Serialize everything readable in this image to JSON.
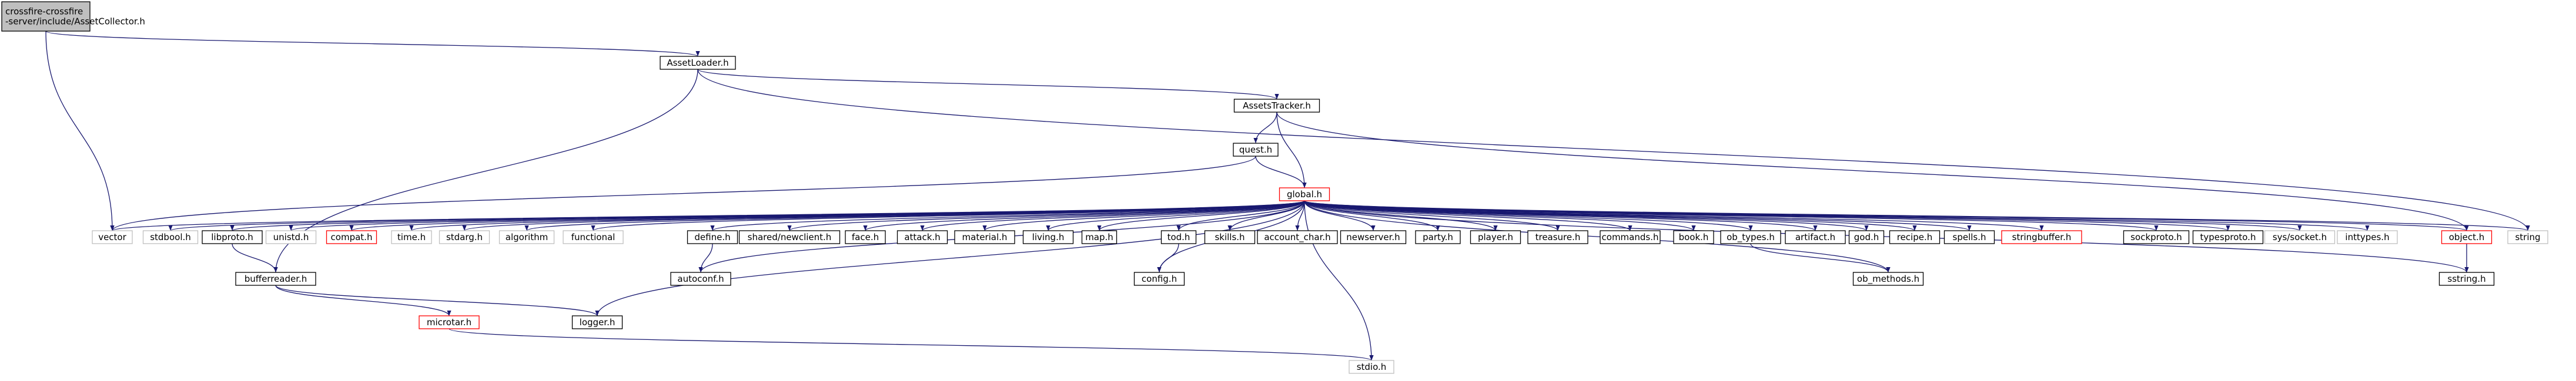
{
  "colors": {
    "edge": "#191970",
    "root_fill": "#bfbfbf",
    "node_fill": "#ffffff",
    "node_border": "#000000",
    "incomplete_border": "#ff0000",
    "external_border": "#bfbfbf"
  },
  "nodes": [
    {
      "id": "root",
      "label": [
        "crossfire-crossfire",
        "-server/include/AssetCollector.h"
      ],
      "kind": "root"
    },
    {
      "id": "assetloader",
      "label": [
        "AssetLoader.h"
      ],
      "kind": "file"
    },
    {
      "id": "assetstracker",
      "label": [
        "AssetsTracker.h"
      ],
      "kind": "file"
    },
    {
      "id": "quest",
      "label": [
        "quest.h"
      ],
      "kind": "file"
    },
    {
      "id": "global",
      "label": [
        "global.h"
      ],
      "kind": "incomplete"
    },
    {
      "id": "vector",
      "label": [
        "vector"
      ],
      "kind": "external"
    },
    {
      "id": "stdbool",
      "label": [
        "stdbool.h"
      ],
      "kind": "external"
    },
    {
      "id": "libproto",
      "label": [
        "libproto.h"
      ],
      "kind": "file"
    },
    {
      "id": "unistd",
      "label": [
        "unistd.h"
      ],
      "kind": "external"
    },
    {
      "id": "compat",
      "label": [
        "compat.h"
      ],
      "kind": "incomplete"
    },
    {
      "id": "time",
      "label": [
        "time.h"
      ],
      "kind": "external"
    },
    {
      "id": "stdarg",
      "label": [
        "stdarg.h"
      ],
      "kind": "external"
    },
    {
      "id": "algorithm",
      "label": [
        "algorithm"
      ],
      "kind": "external"
    },
    {
      "id": "functional",
      "label": [
        "functional"
      ],
      "kind": "external"
    },
    {
      "id": "define",
      "label": [
        "define.h"
      ],
      "kind": "file"
    },
    {
      "id": "sharednewclient",
      "label": [
        "shared/newclient.h"
      ],
      "kind": "file"
    },
    {
      "id": "face",
      "label": [
        "face.h"
      ],
      "kind": "file"
    },
    {
      "id": "attack",
      "label": [
        "attack.h"
      ],
      "kind": "file"
    },
    {
      "id": "material",
      "label": [
        "material.h"
      ],
      "kind": "file"
    },
    {
      "id": "living",
      "label": [
        "living.h"
      ],
      "kind": "file"
    },
    {
      "id": "map",
      "label": [
        "map.h"
      ],
      "kind": "file"
    },
    {
      "id": "tod",
      "label": [
        "tod.h"
      ],
      "kind": "file"
    },
    {
      "id": "skills",
      "label": [
        "skills.h"
      ],
      "kind": "file"
    },
    {
      "id": "account_char",
      "label": [
        "account_char.h"
      ],
      "kind": "file"
    },
    {
      "id": "newserver",
      "label": [
        "newserver.h"
      ],
      "kind": "file"
    },
    {
      "id": "party",
      "label": [
        "party.h"
      ],
      "kind": "file"
    },
    {
      "id": "player",
      "label": [
        "player.h"
      ],
      "kind": "file"
    },
    {
      "id": "treasure",
      "label": [
        "treasure.h"
      ],
      "kind": "file"
    },
    {
      "id": "commands",
      "label": [
        "commands.h"
      ],
      "kind": "file"
    },
    {
      "id": "book",
      "label": [
        "book.h"
      ],
      "kind": "file"
    },
    {
      "id": "ob_types",
      "label": [
        "ob_types.h"
      ],
      "kind": "file"
    },
    {
      "id": "artifact",
      "label": [
        "artifact.h"
      ],
      "kind": "file"
    },
    {
      "id": "god",
      "label": [
        "god.h"
      ],
      "kind": "file"
    },
    {
      "id": "recipe",
      "label": [
        "recipe.h"
      ],
      "kind": "file"
    },
    {
      "id": "spells",
      "label": [
        "spells.h"
      ],
      "kind": "file"
    },
    {
      "id": "stringbuffer",
      "label": [
        "stringbuffer.h"
      ],
      "kind": "incomplete"
    },
    {
      "id": "sockproto",
      "label": [
        "sockproto.h"
      ],
      "kind": "file"
    },
    {
      "id": "typesproto",
      "label": [
        "typesproto.h"
      ],
      "kind": "file"
    },
    {
      "id": "syssocket",
      "label": [
        "sys/socket.h"
      ],
      "kind": "external"
    },
    {
      "id": "inttypes",
      "label": [
        "inttypes.h"
      ],
      "kind": "external"
    },
    {
      "id": "object",
      "label": [
        "object.h"
      ],
      "kind": "incomplete"
    },
    {
      "id": "string",
      "label": [
        "string"
      ],
      "kind": "external"
    },
    {
      "id": "bufferreader",
      "label": [
        "bufferreader.h"
      ],
      "kind": "file"
    },
    {
      "id": "autoconf",
      "label": [
        "autoconf.h"
      ],
      "kind": "file"
    },
    {
      "id": "config",
      "label": [
        "config.h"
      ],
      "kind": "file"
    },
    {
      "id": "ob_methods",
      "label": [
        "ob_methods.h"
      ],
      "kind": "file"
    },
    {
      "id": "sstring",
      "label": [
        "sstring.h"
      ],
      "kind": "file"
    },
    {
      "id": "microtar",
      "label": [
        "microtar.h"
      ],
      "kind": "incomplete"
    },
    {
      "id": "logger",
      "label": [
        "logger.h"
      ],
      "kind": "file"
    },
    {
      "id": "stdio",
      "label": [
        "stdio.h"
      ],
      "kind": "external"
    }
  ],
  "edges": [
    [
      "root",
      "vector"
    ],
    [
      "root",
      "assetloader"
    ],
    [
      "assetloader",
      "bufferreader"
    ],
    [
      "assetloader",
      "assetstracker"
    ],
    [
      "assetloader",
      "string"
    ],
    [
      "assetstracker",
      "quest"
    ],
    [
      "assetstracker",
      "global"
    ],
    [
      "assetstracker",
      "object"
    ],
    [
      "quest",
      "global"
    ],
    [
      "quest",
      "vector"
    ],
    [
      "global",
      "vector"
    ],
    [
      "global",
      "stdbool"
    ],
    [
      "global",
      "libproto"
    ],
    [
      "global",
      "unistd"
    ],
    [
      "global",
      "compat"
    ],
    [
      "global",
      "time"
    ],
    [
      "global",
      "stdarg"
    ],
    [
      "global",
      "algorithm"
    ],
    [
      "global",
      "functional"
    ],
    [
      "global",
      "autoconf"
    ],
    [
      "global",
      "logger"
    ],
    [
      "global",
      "define"
    ],
    [
      "global",
      "sharednewclient"
    ],
    [
      "global",
      "face"
    ],
    [
      "global",
      "attack"
    ],
    [
      "global",
      "material"
    ],
    [
      "global",
      "living"
    ],
    [
      "global",
      "map"
    ],
    [
      "global",
      "config"
    ],
    [
      "global",
      "tod"
    ],
    [
      "global",
      "skills"
    ],
    [
      "global",
      "account_char"
    ],
    [
      "global",
      "newserver"
    ],
    [
      "global",
      "party"
    ],
    [
      "global",
      "player"
    ],
    [
      "global",
      "treasure"
    ],
    [
      "global",
      "commands"
    ],
    [
      "global",
      "book"
    ],
    [
      "global",
      "ob_types"
    ],
    [
      "global",
      "artifact"
    ],
    [
      "global",
      "god"
    ],
    [
      "global",
      "recipe"
    ],
    [
      "global",
      "spells"
    ],
    [
      "global",
      "stringbuffer"
    ],
    [
      "global",
      "ob_methods"
    ],
    [
      "global",
      "object"
    ],
    [
      "global",
      "sockproto"
    ],
    [
      "global",
      "typesproto"
    ],
    [
      "global",
      "syssocket"
    ],
    [
      "global",
      "inttypes"
    ],
    [
      "global",
      "stdio"
    ],
    [
      "global",
      "sstring"
    ],
    [
      "global",
      "string"
    ],
    [
      "libproto",
      "bufferreader"
    ],
    [
      "bufferreader",
      "microtar"
    ],
    [
      "bufferreader",
      "logger"
    ],
    [
      "microtar",
      "stdio"
    ],
    [
      "define",
      "autoconf"
    ],
    [
      "tod",
      "config"
    ],
    [
      "ob_types",
      "ob_methods"
    ],
    [
      "object",
      "sstring"
    ]
  ]
}
